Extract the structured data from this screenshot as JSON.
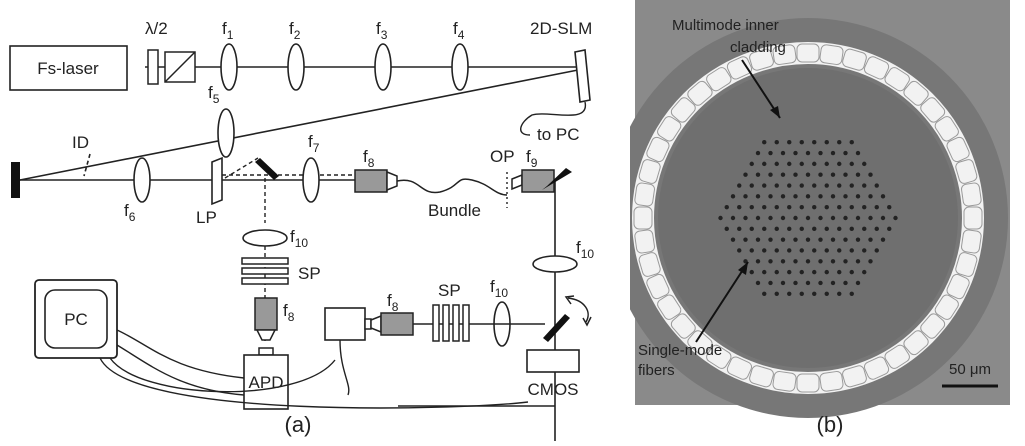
{
  "panel_a": {
    "caption": "(a)",
    "fs_laser": "Fs-laser",
    "half_wave": "λ/2",
    "slm": "2D-SLM",
    "to_pc": "to PC",
    "id": "ID",
    "lp": "LP",
    "op": "OP",
    "bundle": "Bundle",
    "sp_upper": "SP",
    "sp_lower": "SP",
    "pc": "PC",
    "apd": "APD",
    "cmos": "CMOS",
    "lens_f": "f",
    "sub_1": "1",
    "sub_2": "2",
    "sub_3": "3",
    "sub_4": "4",
    "sub_5": "5",
    "sub_6": "6",
    "sub_7": "7",
    "sub_8": "8",
    "sub_9": "9",
    "sub_10": "10"
  },
  "panel_b": {
    "caption": "(b)",
    "label_cladding_1": "Multimode inner",
    "label_cladding_2": "cladding",
    "label_fibers_1": "Single-mode",
    "label_fibers_2": "fibers",
    "scale_bar": "50 μm",
    "background_color": "#8a8a8a",
    "cladding_color": "#6f6f6f",
    "ring_color": "#f2f2f2",
    "core_color": "#222222"
  }
}
